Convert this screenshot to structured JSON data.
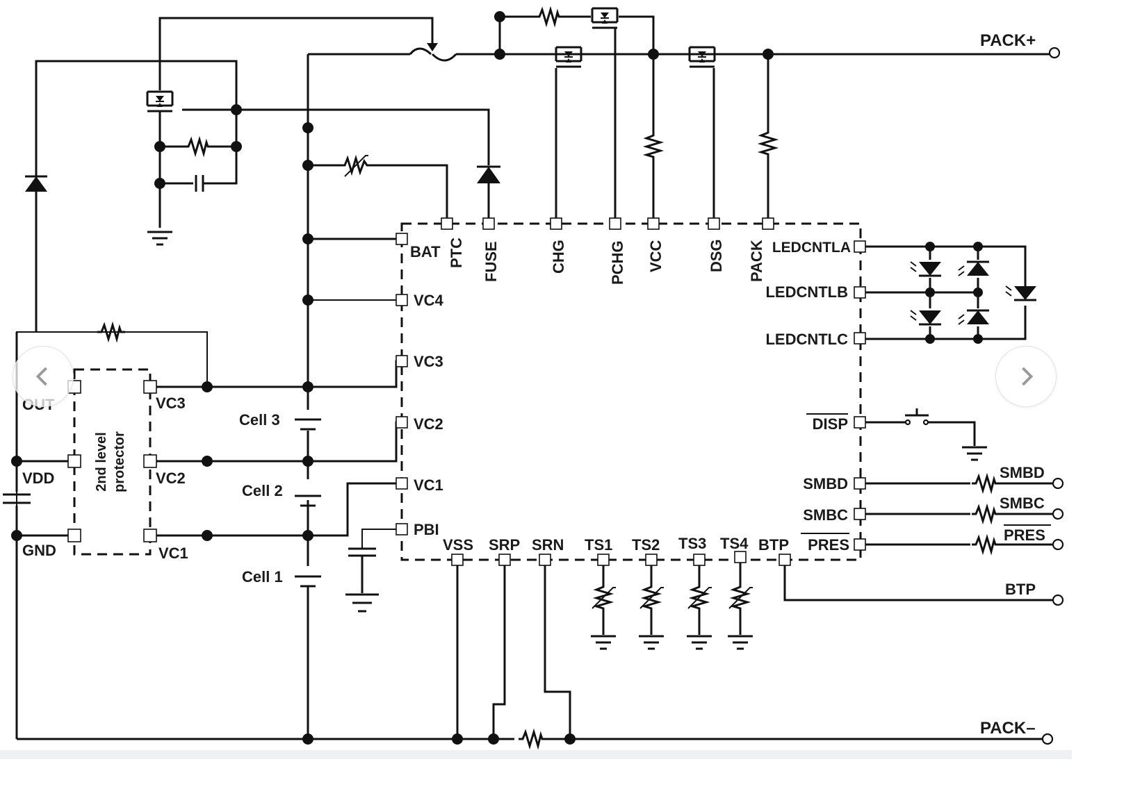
{
  "terminals": {
    "pack_plus": "PACK+",
    "pack_minus": "PACK–",
    "smbd": "SMBD",
    "smbc": "SMBC",
    "pres": "PRES",
    "btp": "BTP"
  },
  "ic_pins": {
    "bat": "BAT",
    "ptc": "PTC",
    "fuse": "FUSE",
    "chg": "CHG",
    "pchg": "PCHG",
    "vcc": "VCC",
    "dsg": "DSG",
    "pack": "PACK",
    "ledcntla": "LEDCNTLA",
    "ledcntlb": "LEDCNTLB",
    "ledcntlc": "LEDCNTLC",
    "vc4": "VC4",
    "vc3": "VC3",
    "vc2": "VC2",
    "vc1": "VC1",
    "pbi": "PBI",
    "disp": "DISP",
    "smbd": "SMBD",
    "smbc": "SMBC",
    "pres": "PRES",
    "vss": "VSS",
    "srp": "SRP",
    "srn": "SRN",
    "ts1": "TS1",
    "ts2": "TS2",
    "ts3": "TS3",
    "ts4": "TS4",
    "btp": "BTP"
  },
  "protector": {
    "title_line1": "2nd level",
    "title_line2": "protector",
    "out": "OUT",
    "vdd": "VDD",
    "gnd": "GND",
    "vc3": "VC3",
    "vc2": "VC2",
    "vc1": "VC1"
  },
  "cells": {
    "cell3": "Cell 3",
    "cell2": "Cell 2",
    "cell1": "Cell 1"
  },
  "nav": {
    "prev_icon": "chevron-left-icon",
    "next_icon": "chevron-right-icon"
  }
}
